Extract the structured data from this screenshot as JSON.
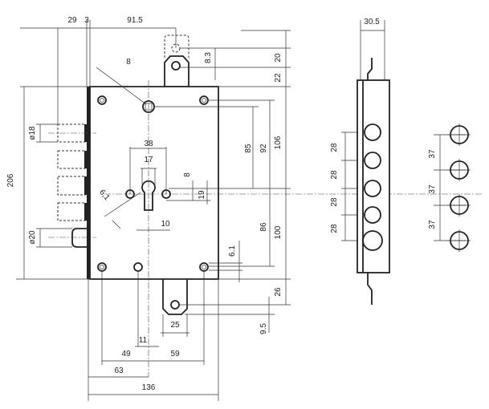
{
  "drawing": {
    "front_view_dimensions": {
      "d29": "29",
      "d3": "3",
      "d91_5": "91.5",
      "d20": "20",
      "d22": "22",
      "d8_3": "8.3",
      "d8_spindle": "8",
      "d106": "106",
      "d92": "92",
      "d85": "85",
      "d38": "38",
      "d17": "17",
      "d8_key": "8",
      "d19": "19",
      "d6_1_diag": "6,1",
      "d10": "10",
      "d206": "206",
      "d_phi18": "ø18",
      "d_phi20": "ø20",
      "d86": "86",
      "d100": "100",
      "d6_1": "6.1",
      "d26": "26",
      "d9_5": "9.5",
      "d25": "25",
      "d11": "11",
      "d49": "49",
      "d59": "59",
      "d63": "63",
      "d136": "136"
    },
    "side_view_dimensions": {
      "d30_5": "30.5",
      "d28": [
        "28",
        "28",
        "28",
        "28"
      ],
      "d37": [
        "37",
        "37",
        "37"
      ]
    }
  }
}
